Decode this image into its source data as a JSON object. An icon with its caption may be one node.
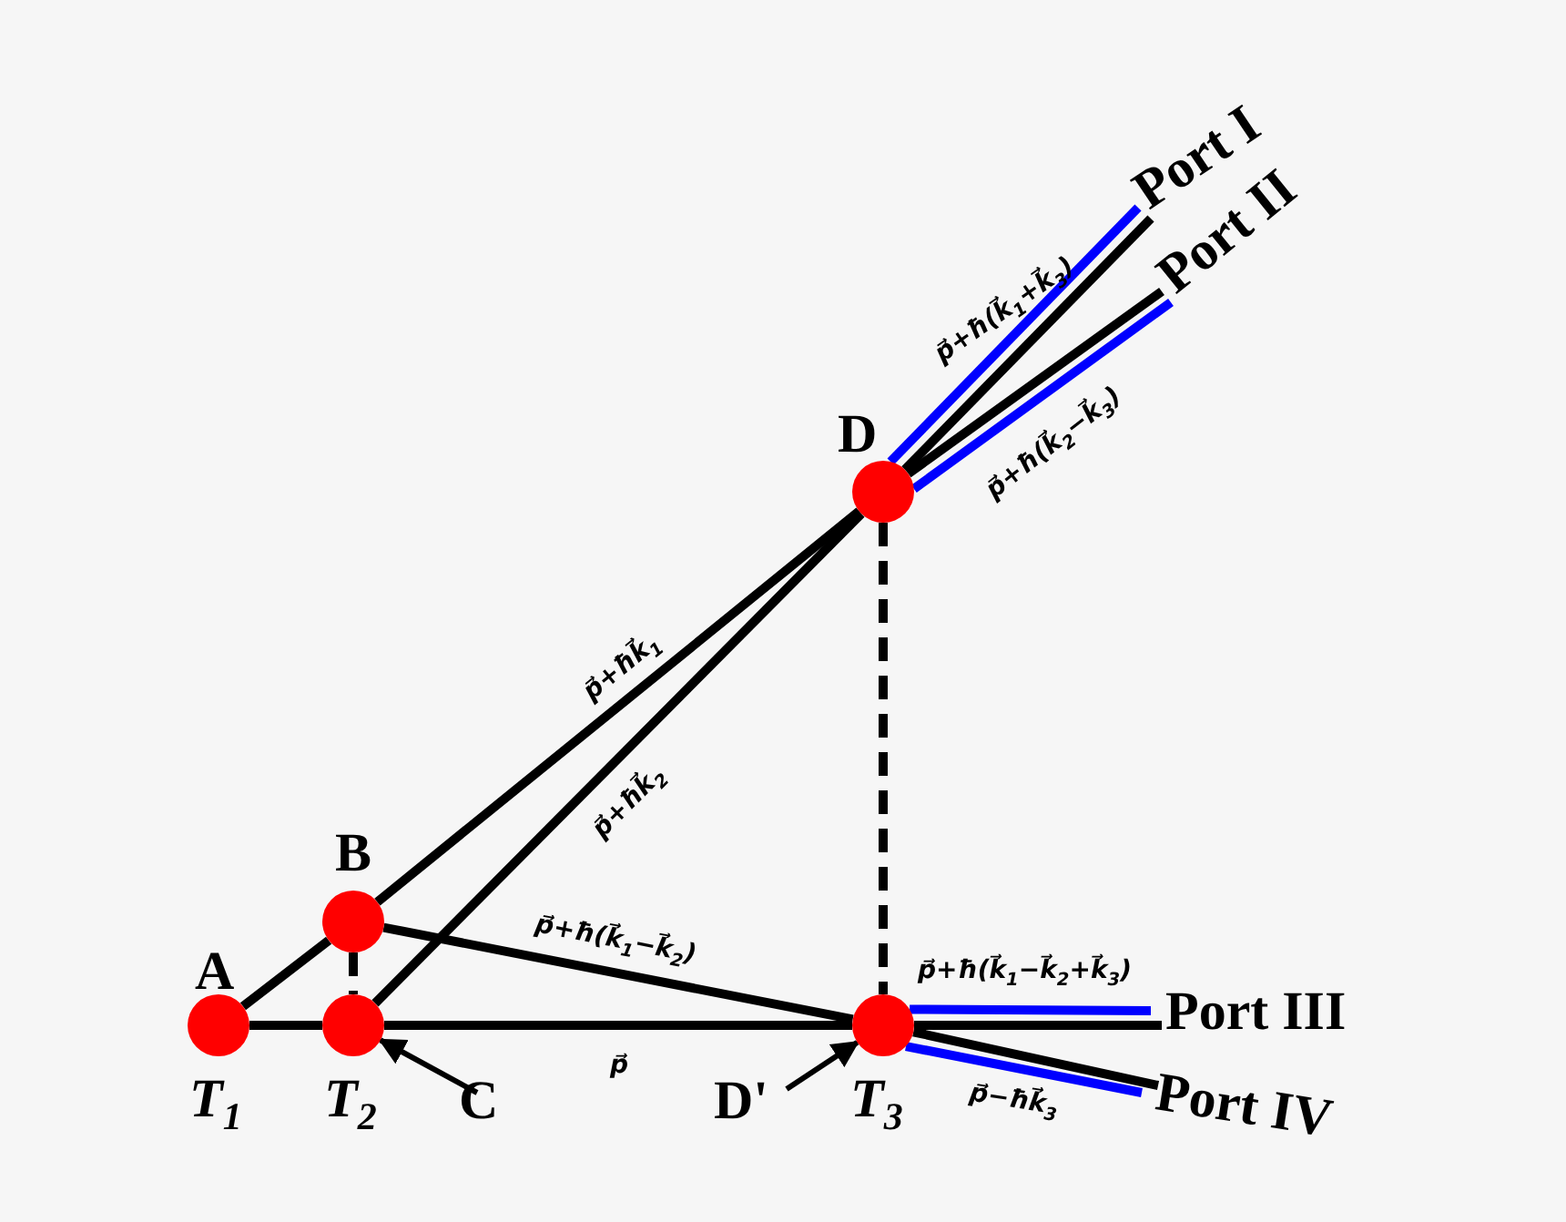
{
  "diagram": {
    "nodes": [
      {
        "text": [
          "A"
        ],
        "beside": [
          "T$_{1}$"
        ]
      },
      {
        "text": [
          "B"
        ]
      },
      {
        "text": [],
        "shape": "circle",
        "beside": [
          "T$_{2}$"
        ]
      },
      {
        "text": [
          "C"
        ]
      },
      {
        "text": [
          "D"
        ]
      },
      {
        "text": [],
        "shape": "circle",
        "beside": [
          "T$_{3}$"
        ]
      },
      {
        "text": [
          "D'"
        ]
      },
      {
        "text": [
          "Port I"
        ]
      },
      {
        "text": [
          "Port II"
        ]
      },
      {
        "text": [
          "Port III"
        ]
      },
      {
        "text": [
          "Port IV"
        ]
      }
    ],
    "edges": [
      {
        "from": 0,
        "to": 2,
        "arrow": "none"
      },
      {
        "from": 2,
        "to": 5,
        "arrow": "none",
        "label": "p⃗"
      },
      {
        "from": 5,
        "to": 9,
        "arrow": "none"
      },
      {
        "from": 5,
        "to": 9,
        "arrow": "none",
        "color": "#0000ff",
        "label": "p⃗+ħ(k⃗$_{1}$−k⃗$_{2}$+k⃗$_{3}$)"
      },
      {
        "from": 0,
        "to": 1,
        "arrow": "none"
      },
      {
        "from": 1,
        "to": 4,
        "arrow": "none",
        "label": "p⃗+ħk⃗$_{1}$"
      },
      {
        "from": 2,
        "to": 4,
        "arrow": "none",
        "label": "p⃗+ħk⃗$_{2}$"
      },
      {
        "from": 1,
        "to": 5,
        "arrow": "none",
        "label": "p⃗+ħ(k⃗$_{1}$−k⃗$_{2}$)"
      },
      {
        "from": 1,
        "to": 2,
        "arrow": "none",
        "style": "dashed"
      },
      {
        "from": 4,
        "to": 5,
        "arrow": "none",
        "style": "dashed"
      },
      {
        "from": 4,
        "to": 7,
        "arrow": "none"
      },
      {
        "from": 4,
        "to": 7,
        "arrow": "none",
        "color": "#0000ff",
        "label": "p⃗+ħ(k⃗$_{1}$+k⃗$_{3}$)"
      },
      {
        "from": 4,
        "to": 8,
        "arrow": "none"
      },
      {
        "from": 4,
        "to": 8,
        "arrow": "none",
        "color": "#0000ff",
        "label": "p⃗+ħ(k⃗$_{2}$−k⃗$_{3}$)"
      },
      {
        "from": 5,
        "to": 10,
        "arrow": "none"
      },
      {
        "from": 5,
        "to": 10,
        "arrow": "none",
        "color": "#0000ff",
        "label": "p⃗−ħk⃗$_{3}$"
      },
      {
        "from": 3,
        "to": 2,
        "arrow": "to"
      },
      {
        "from": 6,
        "to": 5,
        "arrow": "to"
      }
    ]
  }
}
